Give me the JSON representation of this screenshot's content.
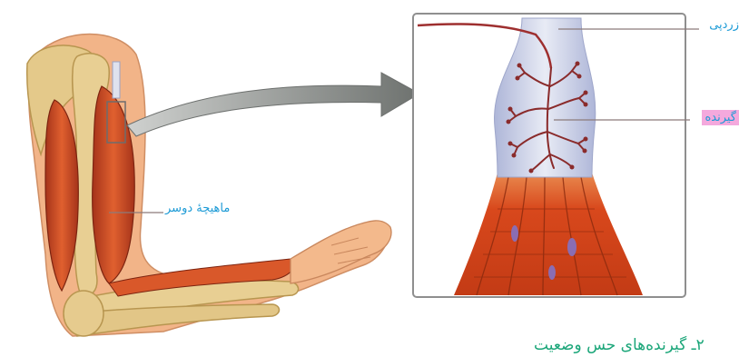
{
  "labels": {
    "tendon": "زردپی",
    "receptor": "گیرنده",
    "biceps": "ماهیچهٔ دوسر",
    "heading": "۲ـ گیرنده‌های حس وضعیت"
  },
  "colors": {
    "label_text": "#1d9bd6",
    "receptor_highlight": "#f4a9dd",
    "heading_text": "#1ba679",
    "muscle": "#d44a1f",
    "muscle_dark": "#9c2f12",
    "bone": "#e4c98a",
    "skin": "#f3b98c",
    "tendon": "#c7cde4",
    "arrow": "#8a8d8b",
    "frame": "#9a9a9a"
  }
}
